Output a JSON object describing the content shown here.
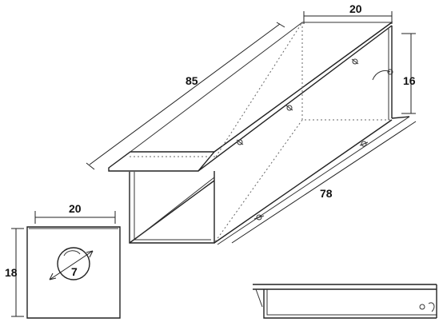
{
  "dimensions": {
    "box_length": "85",
    "box_width_top": "20",
    "box_height": "16",
    "box_inner_length": "78",
    "end_panel_width": "20",
    "end_panel_height": "18",
    "hole_diameter": "7"
  }
}
